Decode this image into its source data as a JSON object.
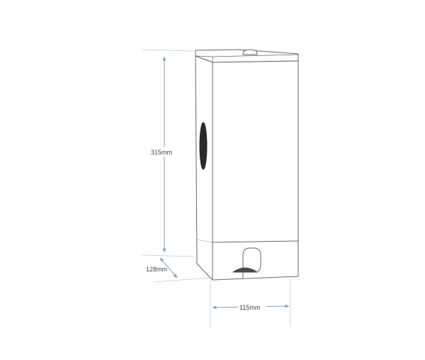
{
  "diagram": {
    "dimensions": {
      "height": "315mm",
      "depth": "128mm",
      "width": "115mm"
    },
    "colors": {
      "outline": "#666666",
      "dimension_line": "#7aa1c4",
      "extension_line": "#b9cde0",
      "window": "#2a2a2a",
      "cutout": "#4a4a4a"
    }
  }
}
